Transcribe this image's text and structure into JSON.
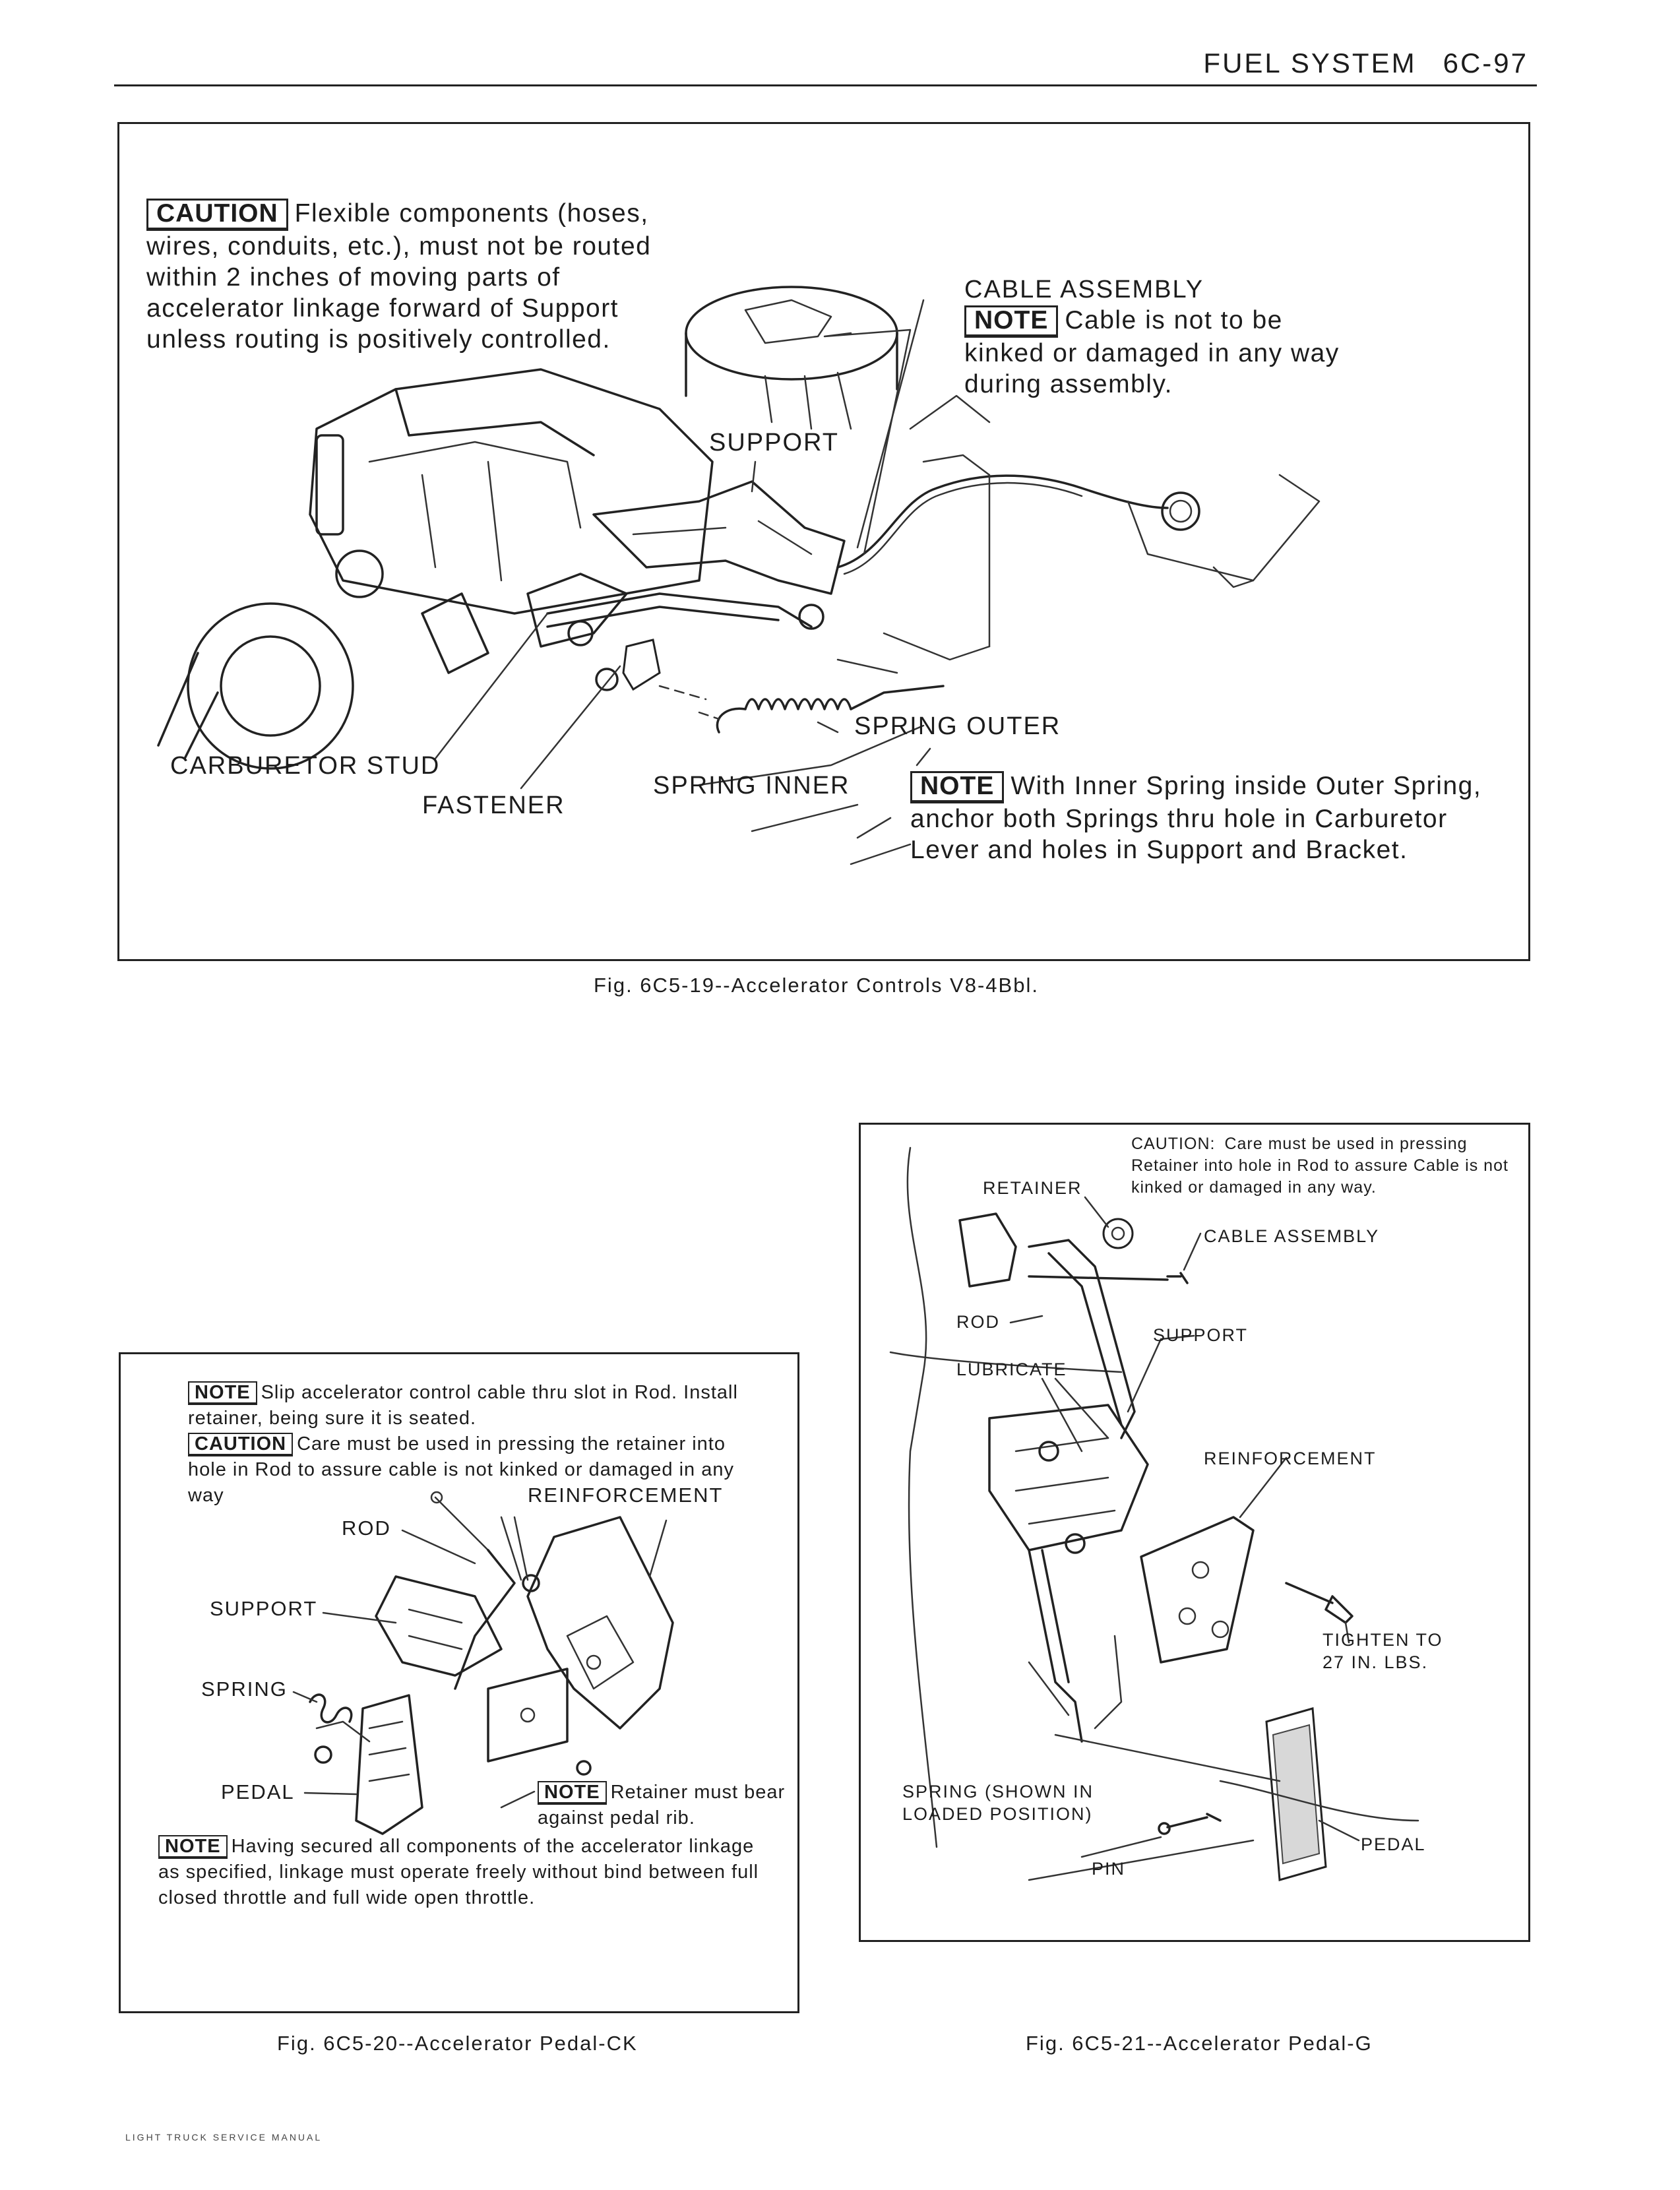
{
  "header": {
    "section": "FUEL SYSTEM",
    "page": "6C-97"
  },
  "fig19": {
    "caution_tag": "CAUTION",
    "caution_text": "Flexible components (hoses, wires, conduits, etc.), must not be routed within 2 inches of moving parts of accelerator linkage forward of Support unless routing is positively controlled.",
    "cable_assembly": "CABLE ASSEMBLY",
    "note_tag": "NOTE",
    "cable_note": "Cable is not to be kinked or damaged in any way during assembly.",
    "support": "SUPPORT",
    "spring_outer": "SPRING OUTER",
    "carburetor_stud": "CARBURETOR STUD",
    "spring_inner": "SPRING INNER",
    "fastener": "FASTENER",
    "spring_note": "With Inner Spring inside Outer Spring, anchor both Springs thru hole in Carburetor Lever and holes in Support and Bracket.",
    "caption": "Fig. 6C5-19--Accelerator Controls V8-4Bbl."
  },
  "fig20": {
    "note_tag": "NOTE",
    "note1": "Slip accelerator control cable thru slot in Rod. Install retainer, being sure it is seated.",
    "caution_tag": "CAUTION",
    "caution_text": "Care must be used in pressing the retainer into hole in Rod to assure cable is not kinked or damaged in any way",
    "reinforcement": "REINFORCEMENT",
    "rod": "ROD",
    "support": "SUPPORT",
    "spring": "SPRING",
    "pedal": "PEDAL",
    "note2": "Retainer must bear against pedal rib.",
    "note3": "Having secured all components of the accelerator linkage as specified, linkage must operate freely without bind between full closed throttle and full wide open throttle.",
    "caption": "Fig. 6C5-20--Accelerator Pedal-CK"
  },
  "fig21": {
    "caution_label": "CAUTION:",
    "caution_text": "Care must be used in pressing Retainer into hole in Rod to assure Cable is not kinked or damaged in any way.",
    "retainer": "RETAINER",
    "cable_assembly": "CABLE ASSEMBLY",
    "rod": "ROD",
    "support": "SUPPORT",
    "lubricate": "LUBRICATE",
    "reinforcement": "REINFORCEMENT",
    "tighten_1": "TIGHTEN TO",
    "tighten_2": "27 IN. LBS.",
    "spring_1": "SPRING (SHOWN IN",
    "spring_2": "LOADED POSITION)",
    "pedal": "PEDAL",
    "pin": "PIN",
    "caption": "Fig. 6C5-21--Accelerator Pedal-G"
  },
  "footer": "LIGHT TRUCK SERVICE MANUAL"
}
